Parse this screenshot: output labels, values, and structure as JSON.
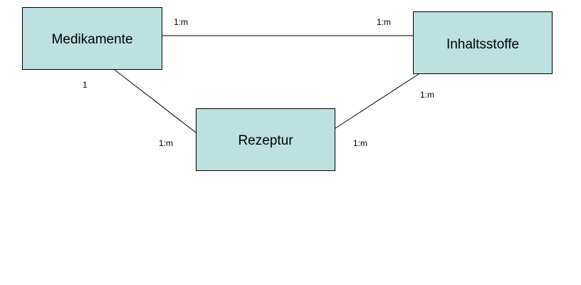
{
  "diagram": {
    "colors": {
      "entity_fill": "#bde0e0",
      "line": "#000000"
    },
    "entities": [
      {
        "id": "medikamente",
        "label": "Medikamente"
      },
      {
        "id": "inhaltsstoffe",
        "label": "Inhaltsstoffe"
      },
      {
        "id": "rezeptur",
        "label": "Rezeptur"
      }
    ],
    "relationships": [
      {
        "from": "medikamente",
        "to": "inhaltsstoffe",
        "from_cardinality": "1:m",
        "to_cardinality": "1:m"
      },
      {
        "from": "medikamente",
        "to": "rezeptur",
        "from_cardinality": "1",
        "to_cardinality": "1:m"
      },
      {
        "from": "rezeptur",
        "to": "inhaltsstoffe",
        "from_cardinality": "1:m",
        "to_cardinality": "1:m"
      }
    ]
  }
}
